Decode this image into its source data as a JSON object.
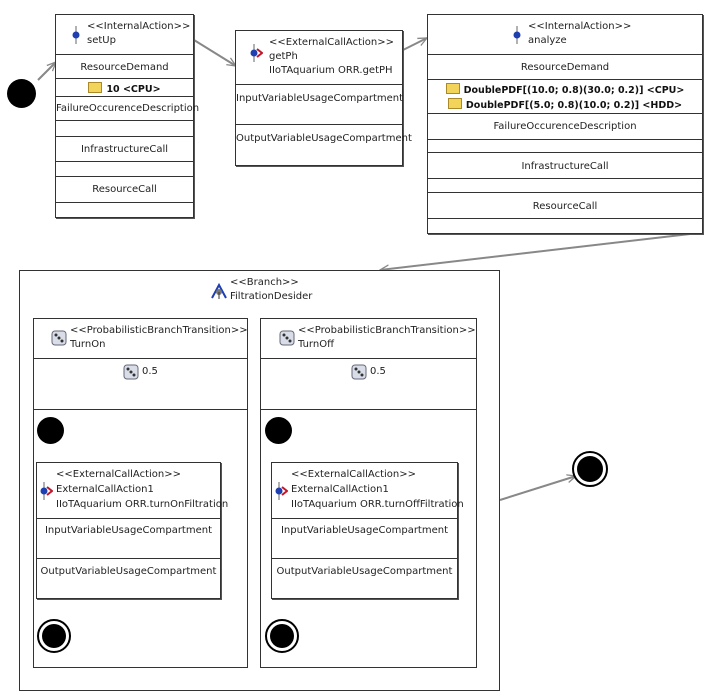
{
  "set_up": {
    "stereotype": "<<InternalAction>>",
    "name": "setUp",
    "resource_demand": "ResourceDemand",
    "demand_cpu": "10 <CPU>",
    "failure": "FailureOccurenceDescription",
    "infrastructure": "InfrastructureCall",
    "resource_call": "ResourceCall"
  },
  "get_ph": {
    "stereotype": "<<ExternalCallAction>>",
    "name": "getPh",
    "signature": "IIoTAquarium ORR.getPH",
    "input": "InputVariableUsageCompartment",
    "output": "OutputVariableUsageCompartment"
  },
  "analyze": {
    "stereotype": "<<InternalAction>>",
    "name": "analyze",
    "resource_demand": "ResourceDemand",
    "demand_cpu": "DoublePDF[(10.0; 0.8)(30.0; 0.2)] <CPU>",
    "demand_hdd": "DoublePDF[(5.0; 0.8)(10.0; 0.2)] <HDD>",
    "failure": "FailureOccurenceDescription",
    "infrastructure": "InfrastructureCall",
    "resource_call": "ResourceCall"
  },
  "branch": {
    "stereotype": "<<Branch>>",
    "name": "FiltrationDesider",
    "turn_on": {
      "stereotype": "<<ProbabilisticBranchTransition>>",
      "name": "TurnOn",
      "probability": "0.5",
      "call": {
        "stereotype": "<<ExternalCallAction>>",
        "name": "ExternalCallAction1",
        "signature": "IIoTAquarium ORR.turnOnFiltration",
        "input": "InputVariableUsageCompartment",
        "output": "OutputVariableUsageCompartment"
      }
    },
    "turn_off": {
      "stereotype": "<<ProbabilisticBranchTransition>>",
      "name": "TurnOff",
      "probability": "0.5",
      "call": {
        "stereotype": "<<ExternalCallAction>>",
        "name": "ExternalCallAction1",
        "signature": "IIoTAquarium ORR.turnOffFiltration",
        "input": "InputVariableUsageCompartment",
        "output": "OutputVariableUsageCompartment"
      }
    }
  },
  "icons": {
    "internal_action": "internal-action-icon",
    "external_call": "external-call-icon",
    "branch": "branch-icon",
    "probabilistic": "probabilistic-icon",
    "resource_note": "note-icon",
    "start": "start-node",
    "stop": "stop-node"
  }
}
